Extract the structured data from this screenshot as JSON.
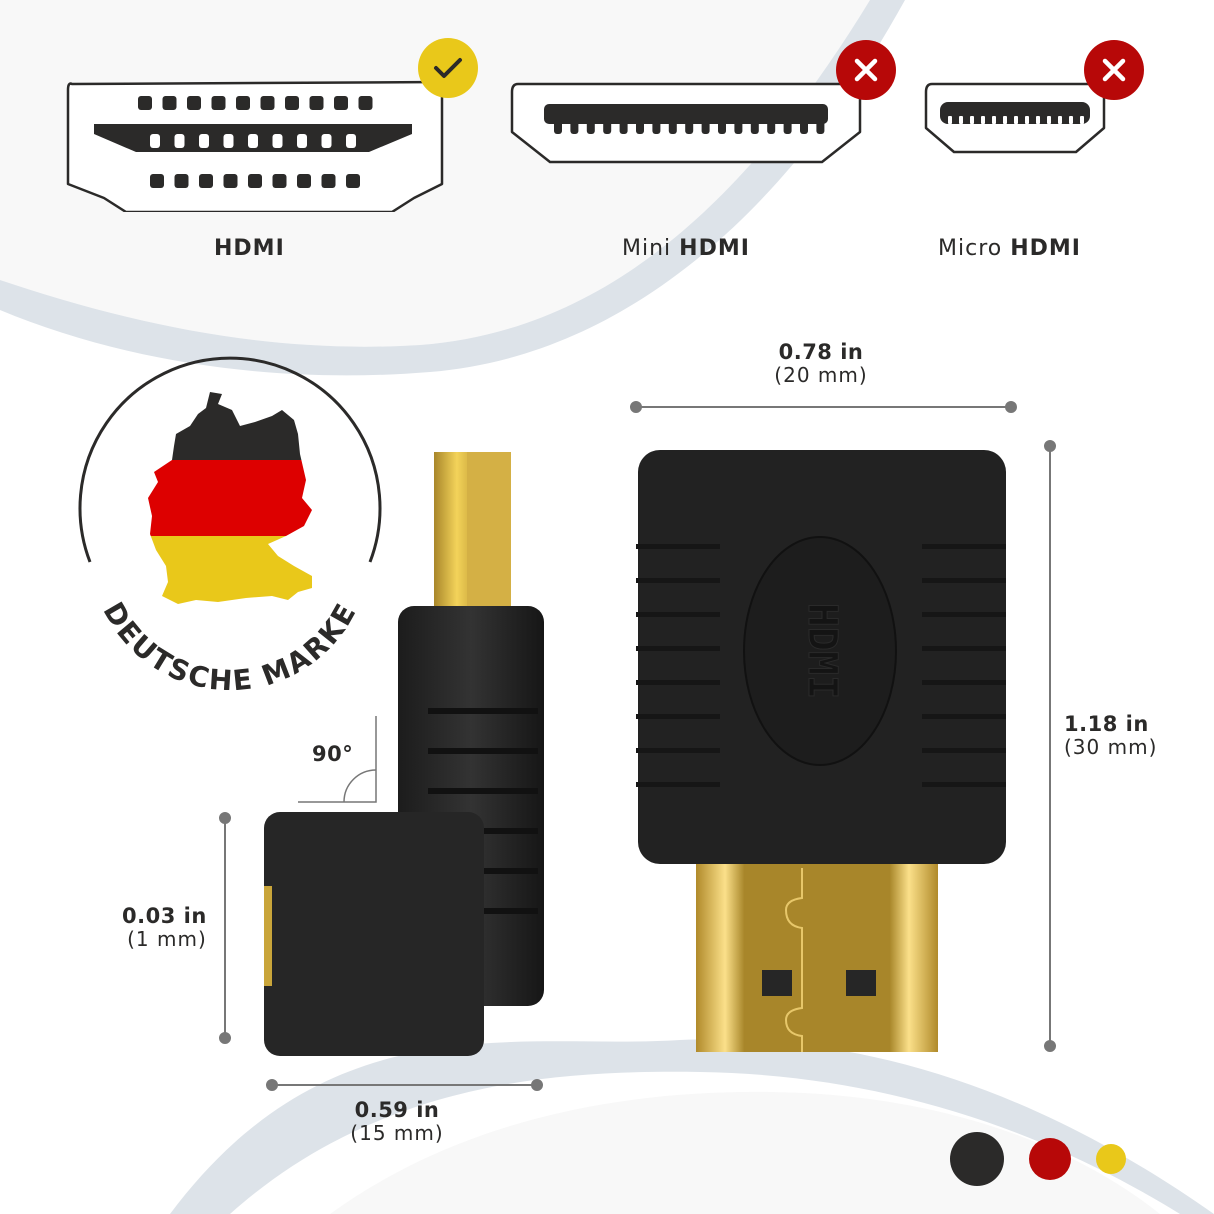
{
  "connectors": [
    {
      "name_regular": "",
      "name_bold": "HDMI",
      "status": "compatible",
      "status_icon": "check-icon"
    },
    {
      "name_regular": "Mini",
      "name_bold": "HDMI",
      "status": "incompatible",
      "status_icon": "cross-icon"
    },
    {
      "name_regular": "Micro",
      "name_bold": "HDMI",
      "status": "incompatible",
      "status_icon": "cross-icon"
    }
  ],
  "badge": {
    "text": "DEUTSCHE MARKE",
    "icon": "germany-flag-map-icon"
  },
  "dimensions": {
    "width_top": {
      "value": "0.78 in",
      "metric": "(20 mm)"
    },
    "height_right": {
      "value": "1.18 in",
      "metric": "(30 mm)"
    },
    "depth_left": {
      "value": "0.03 in",
      "metric": "(1 mm)"
    },
    "width_bottom": {
      "value": "0.59 in",
      "metric": "(15 mm)"
    },
    "angle": "90°"
  },
  "product_logo_text": "HDMI",
  "colors": {
    "black": "#2b2a29",
    "red": "#b70808",
    "yellow": "#e9c81a",
    "flag_red": "#dd0000",
    "gold": "#c9a53a",
    "arc": "#dde3e9",
    "panel": "#f8f8f8"
  },
  "color_dots": [
    "#2b2a29",
    "#b70808",
    "#e9c81a"
  ]
}
